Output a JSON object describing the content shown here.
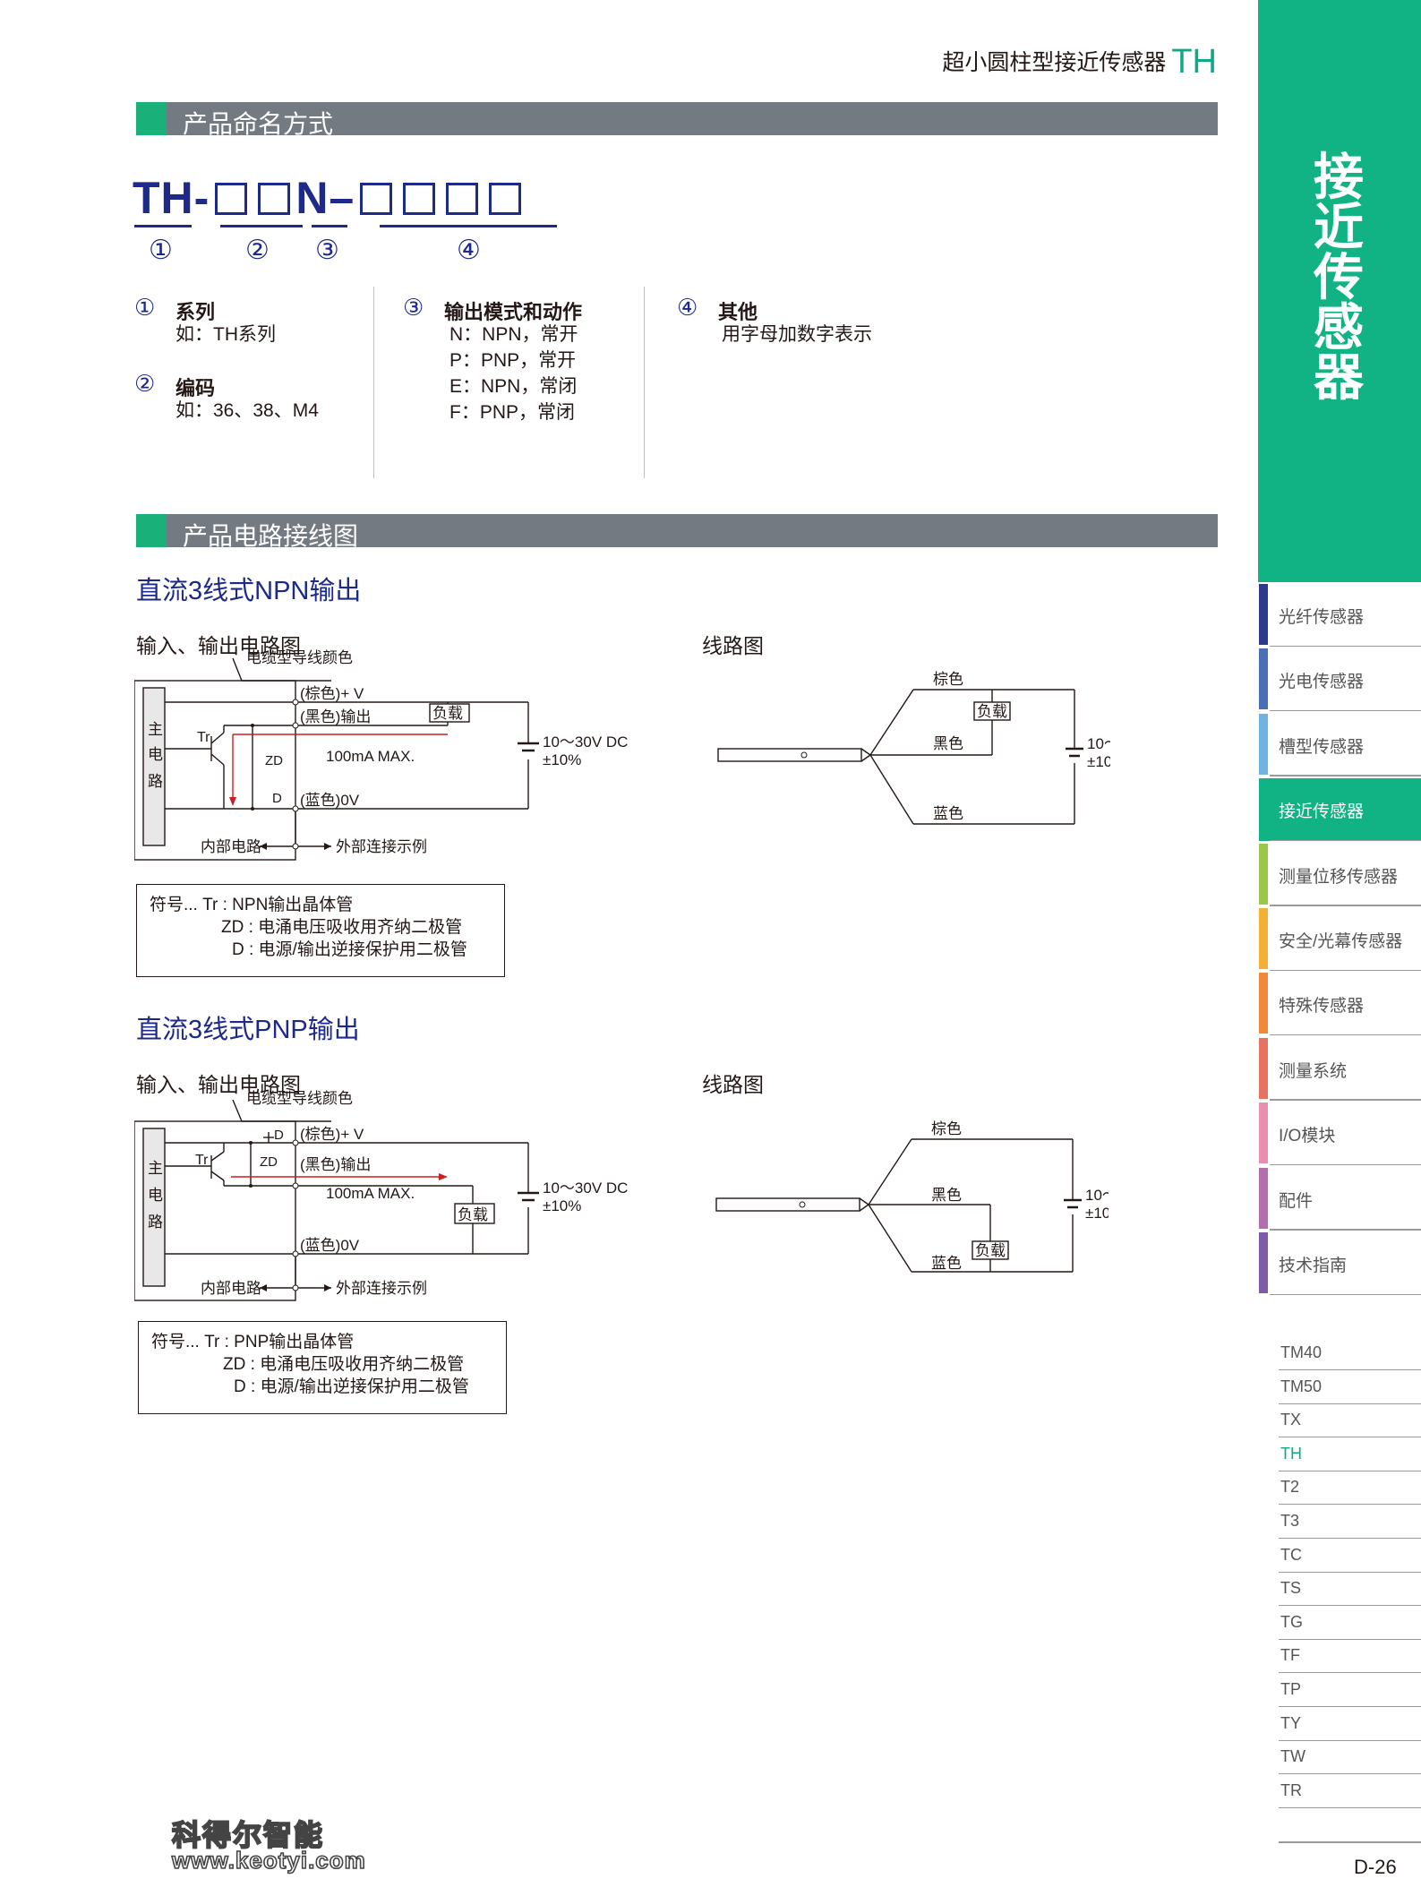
{
  "header": {
    "title": "超小圆柱型接近传感器",
    "code": "TH"
  },
  "section1": {
    "title": "产品命名方式"
  },
  "naming": {
    "prefix": "TH-",
    "mid": "N–",
    "n1": "①",
    "n2": "②",
    "n3": "③",
    "n4": "④",
    "col1": {
      "num1": "①",
      "head1": "系列",
      "text1": "如：TH系列",
      "num2": "②",
      "head2": "编码",
      "text2": "如：36、38、M4"
    },
    "col2": {
      "num": "③",
      "head": "输出模式和动作",
      "lines": [
        "N：NPN，常开",
        "P：PNP，常开",
        "E：NPN，常闭",
        "F：PNP，常闭"
      ]
    },
    "col3": {
      "num": "④",
      "head": "其他",
      "text": "用字母加数字表示"
    }
  },
  "section2": {
    "title": "产品电路接线图"
  },
  "npn": {
    "heading": "直流3线式NPN输出",
    "io_label": "输入、输出电路图",
    "wire_label": "线路图",
    "cable_color": "电缆型导线颜色",
    "brown": "(棕色)+ V",
    "black": "(黑色)输出",
    "blue": "(蓝色)0V",
    "load": "负载",
    "main1": "主",
    "main2": "电",
    "main3": "路",
    "tr": "Tr",
    "zd": "ZD",
    "d": "D",
    "current": "100mA MAX.",
    "supply1": "10～30V DC",
    "supply2": "±10%",
    "internal": "内部电路",
    "external": "外部连接示例",
    "w_brown": "棕色",
    "w_black": "黑色",
    "w_blue": "蓝色",
    "legend": [
      "符号...  Tr : NPN输出晶体管",
      "ZD : 电涌电压吸收用齐纳二极管",
      "D : 电源/输出逆接保护用二极管"
    ]
  },
  "pnp": {
    "heading": "直流3线式PNP输出",
    "io_label": "输入、输出电路图",
    "wire_label": "线路图",
    "cable_color": "电缆型导线颜色",
    "brown": "(棕色)+ V",
    "black": "(黑色)输出",
    "blue": "(蓝色)0V",
    "load": "负载",
    "main1": "主",
    "main2": "电",
    "main3": "路",
    "tr": "Tr",
    "zd": "ZD",
    "d": "D",
    "current": "100mA MAX.",
    "supply1": "10～30V DC",
    "supply2": "±10%",
    "internal": "内部电路",
    "external": "外部连接示例",
    "w_brown": "棕色",
    "w_black": "黑色",
    "w_blue": "蓝色",
    "legend": [
      "符号...  Tr : PNP输出晶体管",
      "ZD : 电涌电压吸收用齐纳二极管",
      "D : 电源/输出逆接保护用二极管"
    ]
  },
  "sidebar": {
    "category": [
      "接",
      "近",
      "传",
      "感",
      "器"
    ],
    "nav": [
      {
        "label": "光纤传感器",
        "color": "#2d3a8c"
      },
      {
        "label": "光电传感器",
        "color": "#4a6fb5"
      },
      {
        "label": "槽型传感器",
        "color": "#6fb3e0"
      },
      {
        "label": "接近传感器",
        "color": "#11b384"
      },
      {
        "label": "测量位移传感器",
        "color": "#9cc64a"
      },
      {
        "label": "安全/光幕传感器",
        "color": "#f2b134"
      },
      {
        "label": "特殊传感器",
        "color": "#ee8a3a"
      },
      {
        "label": "测量系统",
        "color": "#e5735f"
      },
      {
        "label": "I/O模块",
        "color": "#e88fb0"
      },
      {
        "label": "配件",
        "color": "#b26eae"
      },
      {
        "label": "技术指南",
        "color": "#7e5aa8"
      }
    ],
    "models": [
      "TM40",
      "TM50",
      "TX",
      "TH",
      "T2",
      "T3",
      "TC",
      "TS",
      "TG",
      "TF",
      "TP",
      "TY",
      "TW",
      "TR"
    ]
  },
  "footer": {
    "page": "D-26",
    "watermark1": "科得尔智能",
    "watermark2": "www.keotyi.com"
  }
}
